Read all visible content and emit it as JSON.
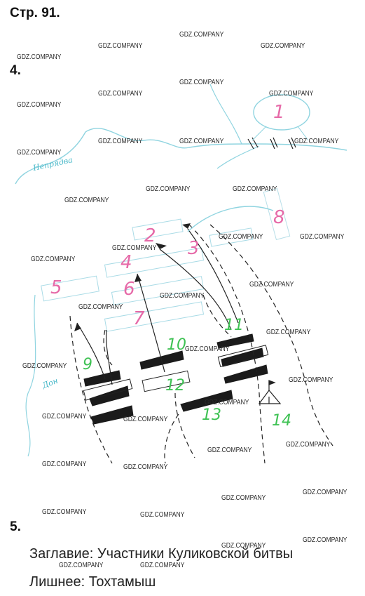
{
  "page_title": "Стр. 91.",
  "task4_number": "4.",
  "task5_number": "5.",
  "map": {
    "river_label_left": "Непрядва",
    "river_label_bottom": "Дон",
    "numbers_pink": [
      "1",
      "2",
      "3",
      "4",
      "5",
      "6",
      "7",
      "8"
    ],
    "numbers_green": [
      "9",
      "10",
      "11",
      "12",
      "13",
      "14"
    ]
  },
  "answers": {
    "title_line": "Заглавие: Участники Куликовской битвы",
    "extra_line": "Лишнее: Тохтамыш"
  },
  "watermark": "GDZ.COMPANY",
  "colors": {
    "pink": "#e66aa8",
    "green": "#3fc254",
    "river": "#48b8c8"
  }
}
